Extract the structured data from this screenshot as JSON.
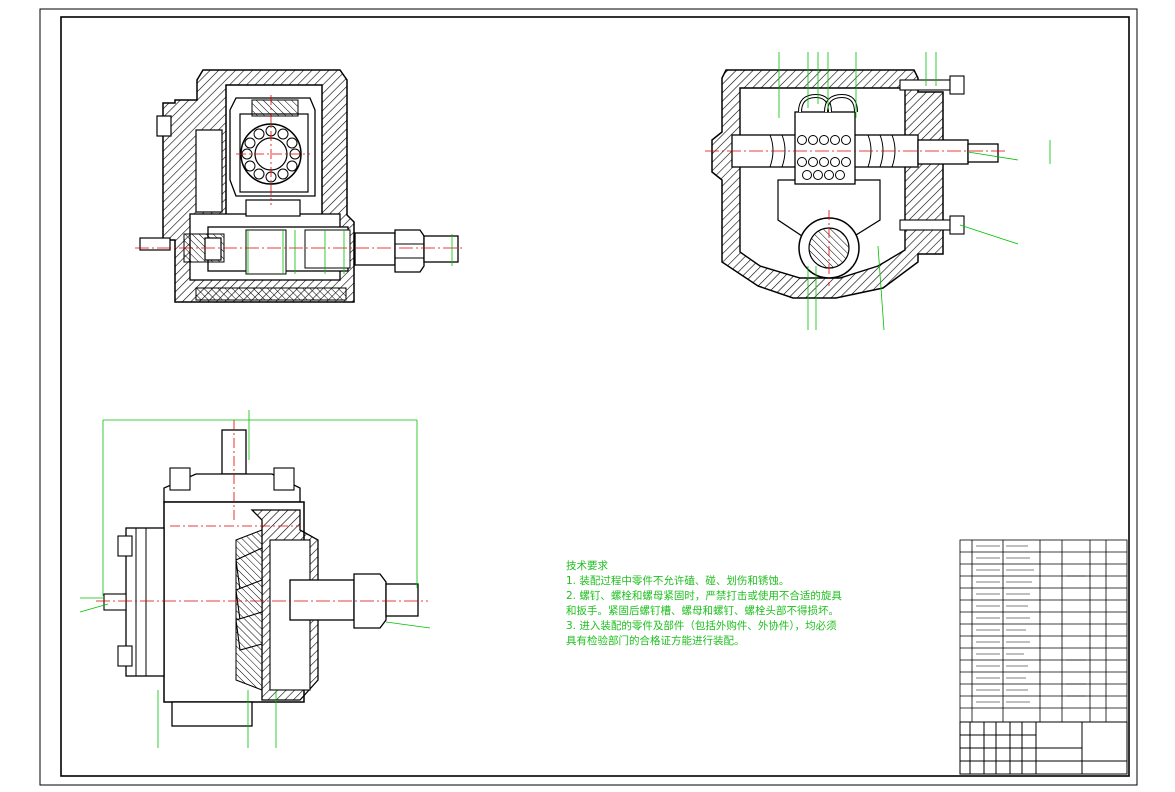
{
  "drawing": {
    "colors": {
      "outline": "#000000",
      "dimension": "#00c000",
      "centerline": "#e00000",
      "hatch": "#000000",
      "text": "#1fbf1f"
    }
  },
  "technical_requirements": {
    "heading": "技术要求",
    "lines": [
      "1. 装配过程中零件不允许磕、碰、划伤和锈蚀。",
      "2. 螺钉、螺栓和螺母紧固时，严禁打击或使用不合适的旋具",
      "和扳手。紧固后螺钉槽、螺母和螺钉、螺栓头部不得损坏。",
      "3. 进入装配的零件及部件（包括外购件、外协件），均必须",
      "具有检验部门的合格证方能进行装配。"
    ]
  }
}
